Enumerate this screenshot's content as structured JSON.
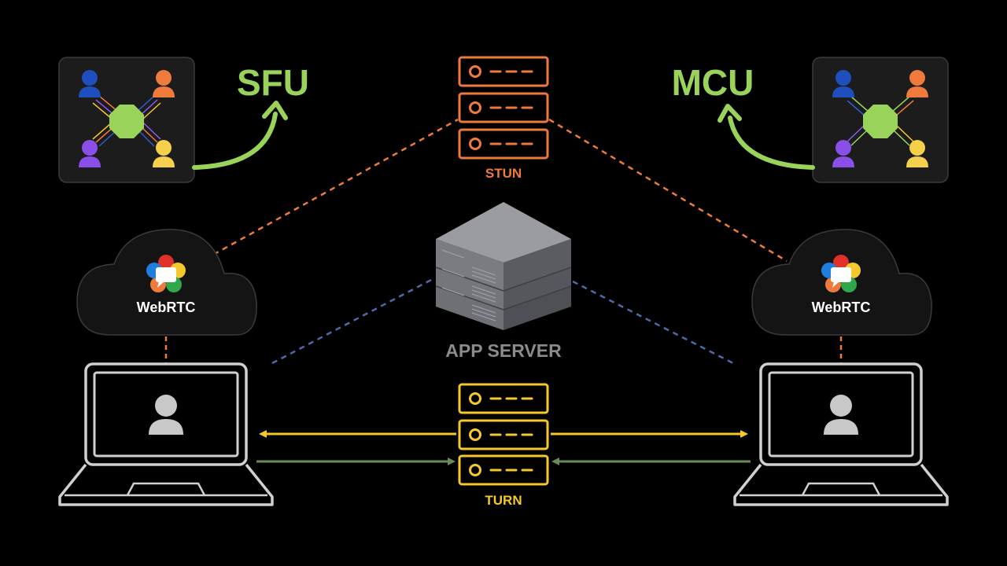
{
  "labels": {
    "sfu": "SFU",
    "mcu": "MCU",
    "stun": "STUN",
    "turn": "TURN",
    "app_server": "APP SERVER",
    "webrtc_left": "WebRTC",
    "webrtc_right": "WebRTC"
  },
  "colors": {
    "background": "#000000",
    "stun": "#ee7a3c",
    "turn": "#f5c82e",
    "arrow_green": "#9ad35a",
    "signal_line": "#4f6aa8",
    "media_return": "#6b8a5a",
    "laptop": "#d0d0d0",
    "cloud": "#141414",
    "app_server_text": "#8b8b8b"
  },
  "icons": {
    "sfu_topology": "sfu-topology-icon",
    "mcu_topology": "mcu-topology-icon",
    "stun_server": "server-rack-icon",
    "turn_server": "server-rack-icon",
    "app_server": "server-stack-icon",
    "webrtc": "webrtc-logo-icon",
    "laptop": "laptop-icon",
    "user": "user-icon"
  }
}
